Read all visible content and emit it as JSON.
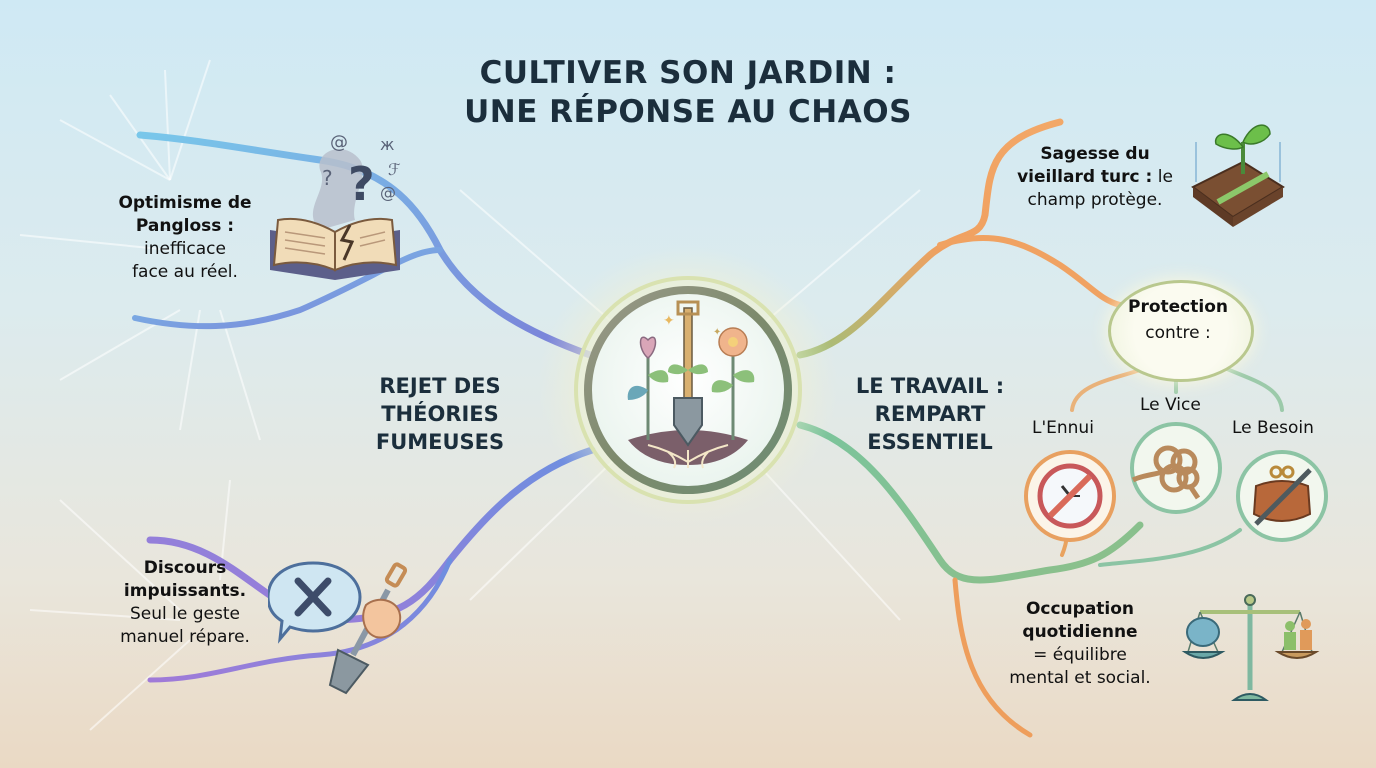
{
  "title": {
    "line1": "CULTIVER SON JARDIN :",
    "line2": "UNE RÉPONSE AU CHAOS"
  },
  "center": {
    "icon": "garden-shovel-flowers-icon",
    "description": "Shovel planted in soil between two flowering plants with roots"
  },
  "left_branch": {
    "label_lines": [
      "REJET DES",
      "THÉORIES",
      "FUMEUSES"
    ],
    "color": "#6f86d6",
    "children": [
      {
        "bold_lines": [
          "Optimisme de",
          "Pangloss :"
        ],
        "normal_lines": [
          "inefficace",
          "face au réel."
        ],
        "icon": "cracked-book-question-icon"
      },
      {
        "bold_lines": [
          "Discours",
          "impuissants."
        ],
        "normal_lines": [
          "Seul le geste",
          "manuel répare."
        ],
        "icon": "speech-bubble-x-hand-trowel-icon"
      }
    ]
  },
  "right_branch": {
    "label_lines": [
      "LE TRAVAIL :",
      "REMPART",
      "ESSENTIEL"
    ],
    "color": "#7cb894",
    "children": [
      {
        "bold_lines": [
          "Sagesse du",
          "vieillard turc :"
        ],
        "normal_suffix": "le",
        "normal_lines": [
          "champ protège."
        ],
        "icon": "sprouting-field-icon"
      },
      {
        "bubble": {
          "bold": "Protection",
          "normal": "contre :"
        },
        "items": [
          {
            "label": "L'Ennui",
            "icon": "clock-prohibited-icon",
            "color": "#e8a060"
          },
          {
            "label": "Le Vice",
            "icon": "tangled-rope-icon",
            "color": "#8cc4a4"
          },
          {
            "label": "Le Besoin",
            "icon": "purse-prohibited-icon",
            "color": "#8cc4a4"
          }
        ]
      },
      {
        "bold_lines": [
          "Occupation",
          "quotidienne"
        ],
        "normal_lines": [
          "= équilibre",
          "mental et social."
        ],
        "icon": "balance-scale-brain-people-icon"
      }
    ]
  },
  "colors": {
    "title": "#1b2e3c",
    "left_branch": "#6f86d6",
    "right_orange": "#ee9a56",
    "right_green": "#7cb894",
    "bg_top": "#cfe9f4",
    "bg_bottom": "#ead9c4"
  }
}
